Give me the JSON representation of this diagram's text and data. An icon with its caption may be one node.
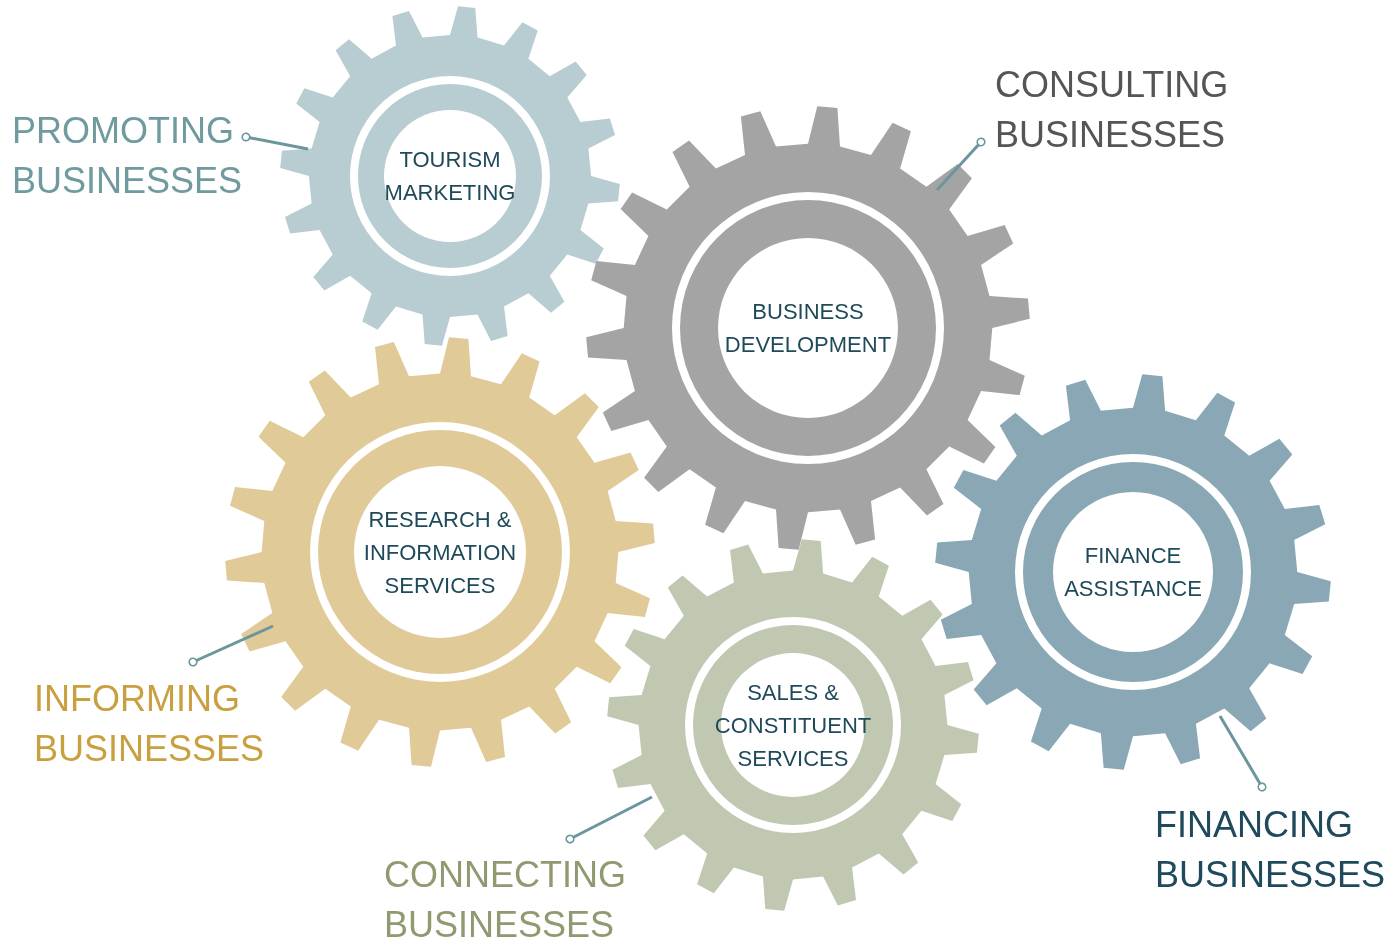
{
  "diagram": {
    "nodes": [
      {
        "text": [
          "PROMOTING BUSINESSES"
        ]
      },
      {
        "text": [
          "TOURISM MARKETING"
        ]
      },
      {
        "text": [
          "CONSULTING BUSINESSES"
        ]
      },
      {
        "text": [
          "BUSINESS DEVELOPMENT"
        ]
      },
      {
        "text": [
          "RESEARCH & INFORMATION SERVICES"
        ]
      },
      {
        "text": [
          "FINANCE ASSISTANCE"
        ]
      },
      {
        "text": [
          "INFORMING BUSINESSES"
        ]
      },
      {
        "text": [
          "SALES & CONSTITUENT SERVICES"
        ]
      },
      {
        "text": [
          "FINANCING BUSINESSES"
        ]
      },
      {
        "text": [
          "CONNECTING BUSINESSES"
        ]
      }
    ],
    "edges": [
      {
        "from": 0,
        "to": 1,
        "arrow": "other"
      },
      {
        "from": 2,
        "to": 3,
        "arrow": "other"
      },
      {
        "from": 6,
        "to": 4,
        "arrow": "other"
      },
      {
        "from": 8,
        "to": 5,
        "arrow": "other"
      },
      {
        "from": 9,
        "to": 7,
        "arrow": "other"
      }
    ]
  }
}
